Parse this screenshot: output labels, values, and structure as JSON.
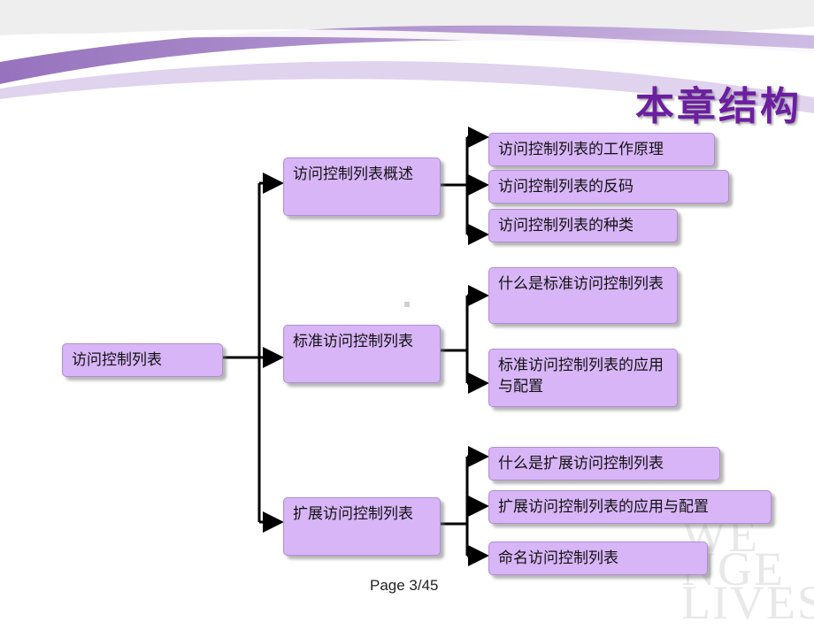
{
  "title": "本章结构",
  "root": "访问控制列表",
  "branches": [
    {
      "label": "访问控制列表概述",
      "children": [
        "访问控制列表的工作原理",
        "访问控制列表的反码",
        "访问控制列表的种类"
      ]
    },
    {
      "label": "标准访问控制列表",
      "children": [
        "什么是标准访问控制列表",
        "标准访问控制列表的应用与配置"
      ]
    },
    {
      "label": "扩展访问控制列表",
      "children": [
        "什么是扩展访问控制列表",
        "扩展访问控制列表的应用与配置",
        "命名访问控制列表"
      ]
    }
  ],
  "footer": "Page 3/45",
  "watermark": [
    "WE",
    "NGE",
    "LIVES"
  ],
  "colors": {
    "node_fill": "#d8b5f7",
    "title": "#6b1fa0",
    "banner": "#8a5fb8"
  }
}
